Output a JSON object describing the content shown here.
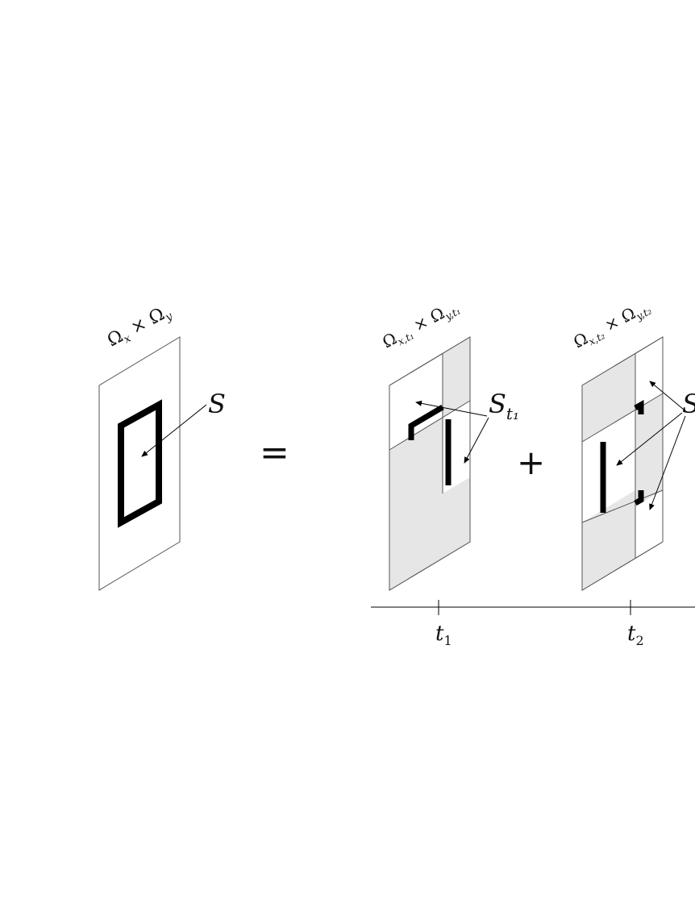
{
  "colors": {
    "stroke": "#555555",
    "ink": "#000000",
    "shade": "#e6e6e6",
    "background": "#ffffff"
  },
  "left_panel": {
    "domain_label": "Ωx × Ωy",
    "domain_omega1": "Ω",
    "domain_sub1": "x",
    "domain_times": " × ",
    "domain_omega2": "Ω",
    "domain_sub2": "y",
    "set_label": "S"
  },
  "equals_sign": "=",
  "plus_sign": "+",
  "panel_t1": {
    "domain_omega1": "Ω",
    "domain_sub1": "x,t₁",
    "domain_times": " × ",
    "domain_omega2": "Ω",
    "domain_sub2": "y,t₁",
    "set_label_main": "S",
    "set_label_sub": "t₁"
  },
  "panel_t2": {
    "domain_omega1": "Ω",
    "domain_sub1": "x,t₂",
    "domain_times": " × ",
    "domain_omega2": "Ω",
    "domain_sub2": "y,t₂",
    "set_label_main": "S"
  },
  "time_axis": {
    "tick1_main": "t",
    "tick1_sub": "1",
    "tick2_main": "t",
    "tick2_sub": "2"
  }
}
